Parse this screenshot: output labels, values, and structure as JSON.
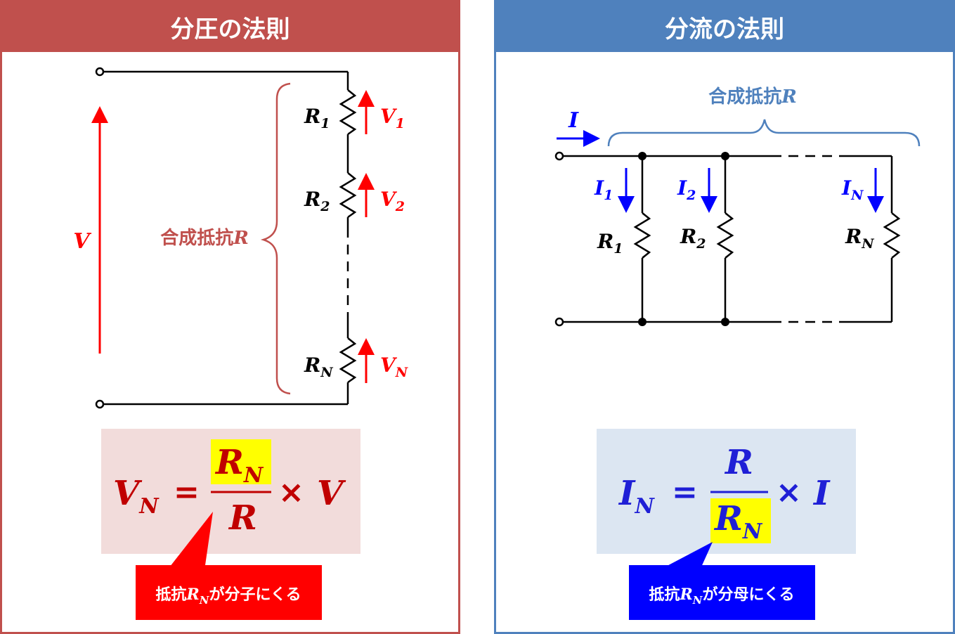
{
  "voltage_divider": {
    "title": "分圧の法則",
    "combined_resistance_label": "合成抵抗",
    "combined_resistance_symbol": "R",
    "total_voltage": "V",
    "resistors": [
      {
        "base": "R",
        "sub": "1",
        "voltage_base": "V",
        "voltage_sub": "1"
      },
      {
        "base": "R",
        "sub": "2",
        "voltage_base": "V",
        "voltage_sub": "2"
      },
      {
        "base": "R",
        "sub": "N",
        "voltage_base": "V",
        "voltage_sub": "N"
      }
    ],
    "formula": {
      "lhs": "V",
      "lhs_sub": "N",
      "equals": "=",
      "numerator": "R",
      "numerator_sub": "N",
      "denominator": "R",
      "denominator_sub": "",
      "times": "×",
      "rhs": "V"
    },
    "callout": {
      "prefix": "抵抗",
      "symbol": "R",
      "symbol_sub": "N",
      "suffix": "が分子にくる"
    }
  },
  "current_divider": {
    "title": "分流の法則",
    "combined_resistance_label": "合成抵抗",
    "combined_resistance_symbol": "R",
    "total_current": "I",
    "branches": [
      {
        "base": "R",
        "sub": "1",
        "current_base": "I",
        "current_sub": "1"
      },
      {
        "base": "R",
        "sub": "2",
        "current_base": "I",
        "current_sub": "2"
      },
      {
        "base": "R",
        "sub": "N",
        "current_base": "I",
        "current_sub": "N"
      }
    ],
    "formula": {
      "lhs": "I",
      "lhs_sub": "N",
      "equals": "=",
      "numerator": "R",
      "numerator_sub": "",
      "denominator": "R",
      "denominator_sub": "N",
      "times": "×",
      "rhs": "I"
    },
    "callout": {
      "prefix": "抵抗",
      "symbol": "R",
      "symbol_sub": "N",
      "suffix": "が分母にくる"
    }
  },
  "colors": {
    "left_theme": "#c0504d",
    "right_theme": "#4f81bd",
    "voltage_arrow": "#ff0000",
    "current_arrow": "#0000ff",
    "left_formula_bg": "#f2dcdb",
    "right_formula_bg": "#dce6f2",
    "highlight": "#ffff00",
    "left_callout_bg": "#ff0000",
    "right_callout_bg": "#0000ff",
    "formula_text_left": "#c00000",
    "formula_text_right": "#1f1fd6"
  }
}
